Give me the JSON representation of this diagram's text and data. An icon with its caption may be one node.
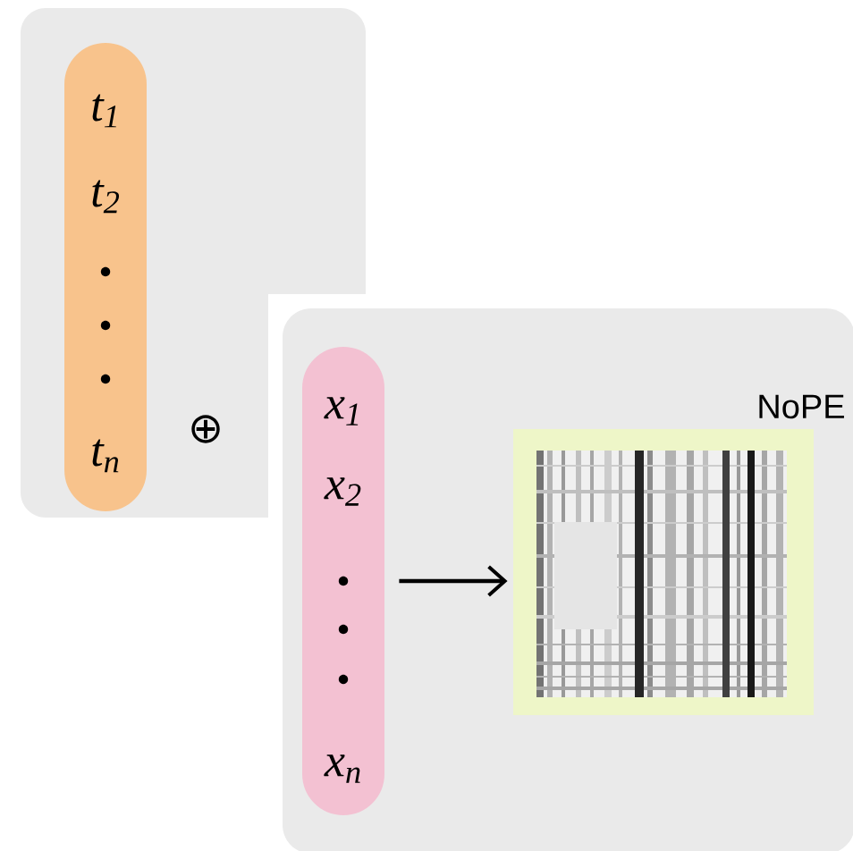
{
  "diagram": {
    "nodes": [
      {
        "text": [],
        "shape": "box"
      },
      {
        "text": [
          "t$_{1}$",
          "t$_{2}$",
          "t$_{n}$"
        ],
        "in": 0
      },
      {
        "text": [
          "NoPE"
        ]
      },
      {
        "text": [
          "x$_{1}$",
          "x$_{2}$",
          "x$_{n}$"
        ],
        "in": 2
      },
      {
        "text": [],
        "shape": "picture",
        "in": 2
      }
    ],
    "edges": [
      {
        "from": 3,
        "to": 4,
        "arrow": "to"
      }
    ],
    "labels": [
      "⊕"
    ]
  }
}
